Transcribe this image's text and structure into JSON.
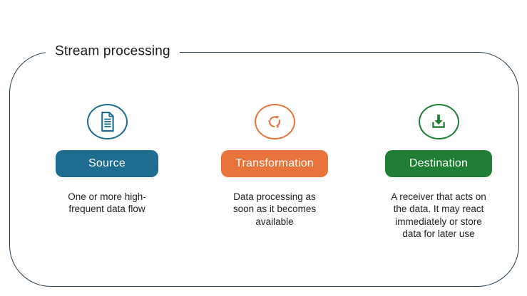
{
  "title": "Stream processing",
  "colors": {
    "frame_border": "#243d4f",
    "source": "#1e6c8f",
    "transformation": "#e8743c",
    "destination": "#1f7e33",
    "text": "#222222",
    "background": "#ffffff"
  },
  "columns": [
    {
      "id": "source",
      "icon": "document-icon",
      "label": "Source",
      "description": "One or more high-\nfrequent data flow",
      "color": "#1e6c8f"
    },
    {
      "id": "transformation",
      "icon": "sync-arrows-icon",
      "label": "Transformation",
      "description": "Data processing as\nsoon as it becomes\navailable",
      "color": "#e8743c"
    },
    {
      "id": "destination",
      "icon": "download-icon",
      "label": "Destination",
      "description": "A receiver that acts on\nthe data. It may react\nimmediately or store\ndata for later use",
      "color": "#1f7e33"
    }
  ]
}
